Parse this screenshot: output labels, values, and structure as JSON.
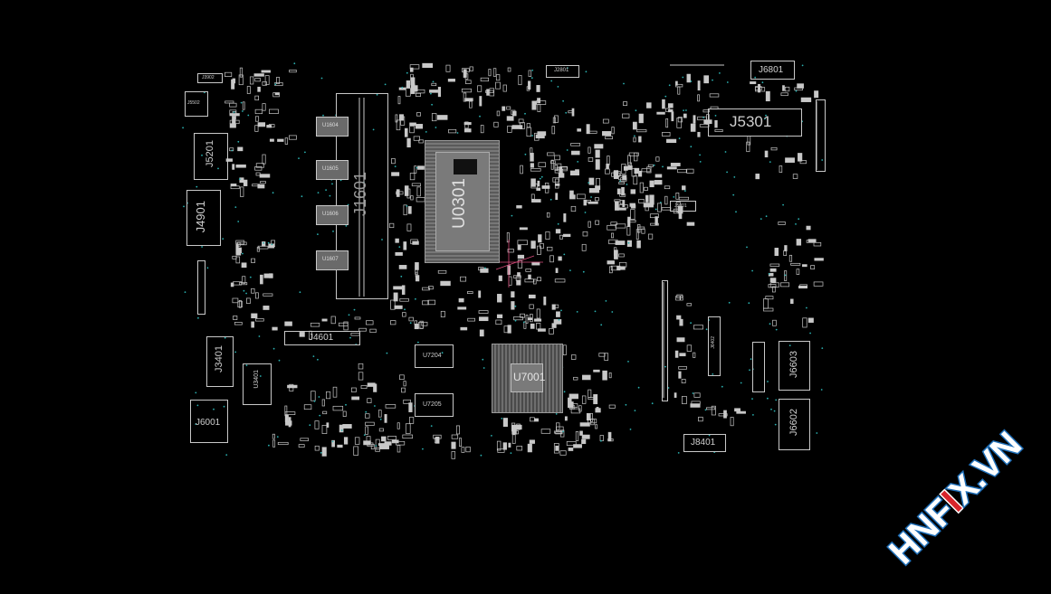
{
  "board": {
    "background": "#000000",
    "trace_color": "#c8c8c8",
    "chip_fill": "#6a6a6a",
    "via_color": "#2ab0b0",
    "highlight_color": "#d64a7a"
  },
  "components": {
    "u0301": "U0301",
    "j1601": "J1601",
    "j4601": "J4601",
    "j5301": "J5301",
    "j5201": "J5201",
    "j4901": "J4901",
    "j3401": "J3401",
    "u3401": "U3401",
    "j6001": "J6001",
    "j6801": "J6801",
    "j6603": "J6603",
    "j6602": "J6602",
    "j8401": "J8401",
    "j2801": "J2801",
    "j5001": "J5001",
    "j5502": "J5502",
    "j3902": "J3902",
    "u7204": "U7204",
    "u7205": "U7205",
    "u7001": "U7001",
    "j6402": "J6402",
    "ram_chips": [
      "U1604",
      "U1605",
      "U1606",
      "U1607"
    ]
  },
  "watermark": {
    "text_a": "HNF",
    "text_b": "I",
    "text_c": "X.VN",
    "brand_color": "#1f6fb8",
    "x_color": "#d8242b"
  }
}
